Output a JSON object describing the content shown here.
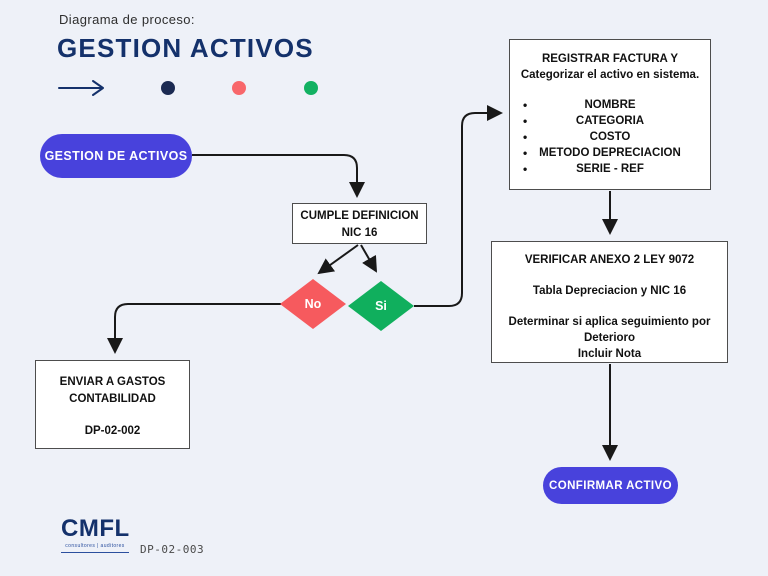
{
  "header": {
    "subtitle": "Diagrama de proceso:",
    "title": "GESTION ACTIVOS",
    "accent_colors": {
      "navy": "#14316B",
      "indigo": "#4842DC",
      "red": "#F65A5E",
      "green": "#10AF5D",
      "background": "#EEF1F8"
    }
  },
  "nodes": {
    "start": {
      "label": "GESTION DE ACTIVOS"
    },
    "cumple": {
      "line1": "CUMPLE DEFINICION",
      "line2": "NIC 16"
    },
    "decision_no": {
      "label": "No"
    },
    "decision_si": {
      "label": "Si"
    },
    "registrar": {
      "title_line1": "REGISTRAR FACTURA Y",
      "title_line2": "Categorizar el activo en sistema.",
      "items": [
        "NOMBRE",
        "CATEGORIA",
        "COSTO",
        "METODO DEPRECIACION",
        "SERIE - REF"
      ]
    },
    "verificar": {
      "title": "VERIFICAR ANEXO 2 LEY 9072",
      "line2": "Tabla Depreciacion y NIC 16",
      "line3": "Determinar si aplica seguimiento por",
      "line4": "Deterioro",
      "line5": "Incluir Nota"
    },
    "enviar": {
      "line1": "ENVIAR A GASTOS",
      "line2": "CONTABILIDAD",
      "code": "DP-02-002"
    },
    "confirmar": {
      "label": "CONFIRMAR ACTIVO"
    }
  },
  "footer": {
    "logo": "CMFL",
    "logo_tagline": "consultores | auditores",
    "doc_code": "DP-02-003"
  }
}
